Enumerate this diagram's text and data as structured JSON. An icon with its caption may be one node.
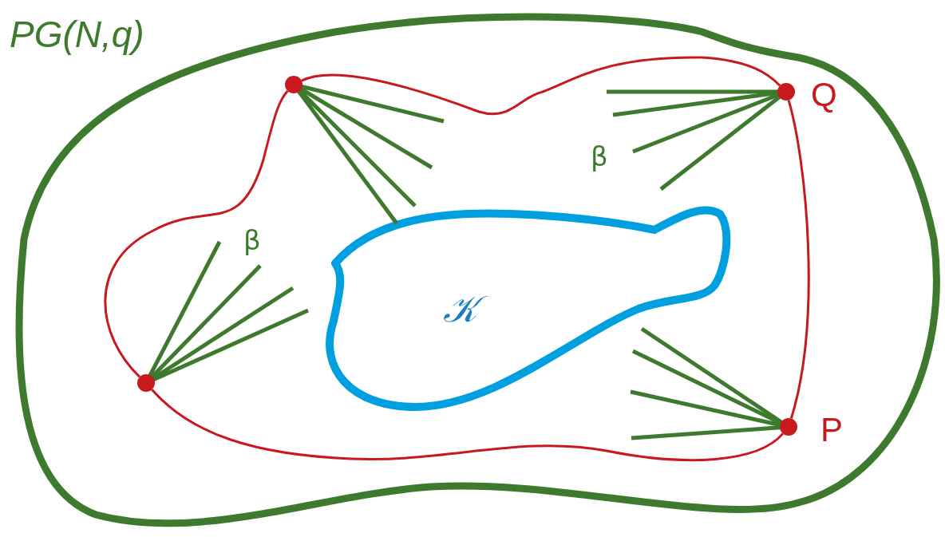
{
  "diagram": {
    "nodes": [
      {
        "text": [
          "PG(N,q)"
        ]
      },
      {
        "text": [],
        "shape": "circle",
        "in": 0
      },
      {
        "text": [],
        "shape": "circle",
        "in": 0,
        "beside": [
          "Q"
        ]
      },
      {
        "text": [
          "𝒦"
        ],
        "in": 0
      },
      {
        "text": [],
        "shape": "circle",
        "in": 0
      },
      {
        "text": [],
        "shape": "circle",
        "in": 0,
        "beside": [
          "P"
        ]
      }
    ],
    "edges": [
      {
        "from": 1,
        "to": 2,
        "arrow": "none"
      },
      {
        "from": 2,
        "to": 5,
        "arrow": "none"
      },
      {
        "from": 5,
        "to": 4,
        "arrow": "none"
      },
      {
        "from": 4,
        "to": 1,
        "arrow": "none"
      }
    ],
    "labels": [
      "β",
      "β"
    ]
  }
}
